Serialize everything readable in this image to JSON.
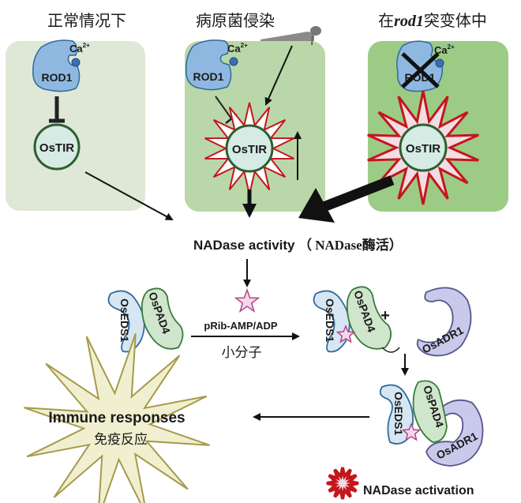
{
  "panels": [
    {
      "title": "正常情况下",
      "protein": "ROD1",
      "ion": "Ca",
      "ion_sup": "2+",
      "target": "OsTIR",
      "state": "normal"
    },
    {
      "title_prefix": "病原菌侵染",
      "protein": "ROD1",
      "ion": "Ca",
      "ion_sup": "2+",
      "target": "OsTIR",
      "state": "infection"
    },
    {
      "title_prefix": "在",
      "title_italic": "rod1",
      "title_suffix": "突变体中",
      "protein": "ROD1",
      "ion": "Ca",
      "ion_sup": "2+",
      "target": "OsTIR",
      "state": "mutant"
    }
  ],
  "nadase": {
    "label": "NADase activity",
    "label_cn": "（ NADase酶活）"
  },
  "reaction": {
    "substrate_a": "OsEDS1",
    "substrate_b": "OsPAD4",
    "arrow_top": "pRib-AMP/ADP",
    "arrow_bottom": "小分子",
    "plus": "+",
    "partner": "OsADR1"
  },
  "complex": {
    "a": "OsEDS1",
    "b": "OsPAD4",
    "c": "OsADR1"
  },
  "outcome": {
    "label": "Immune responses",
    "label_cn": "免疫反应"
  },
  "legend": {
    "label": "NADase activation"
  },
  "colors": {
    "panel_normal": "#dfe8d6",
    "panel_infection": "#b9d7a8",
    "panel_mutant": "#9ccb86",
    "rod1_fill": "#8fb8e0",
    "rod1_stroke": "#2f6a9e",
    "ostir_fill": "#d5ebe4",
    "ostir_stroke": "#2e5e31",
    "burst_stroke": "#c4161c",
    "burst_fill": "#f4dce4",
    "eds1_fill": "#d6e6f3",
    "pad4_fill": "#cfe6cc",
    "adr1_fill": "#c9c9ec",
    "star": "#b0478a",
    "immune_fill": "#f0f0d0",
    "immune_stroke": "#a69a4a"
  }
}
